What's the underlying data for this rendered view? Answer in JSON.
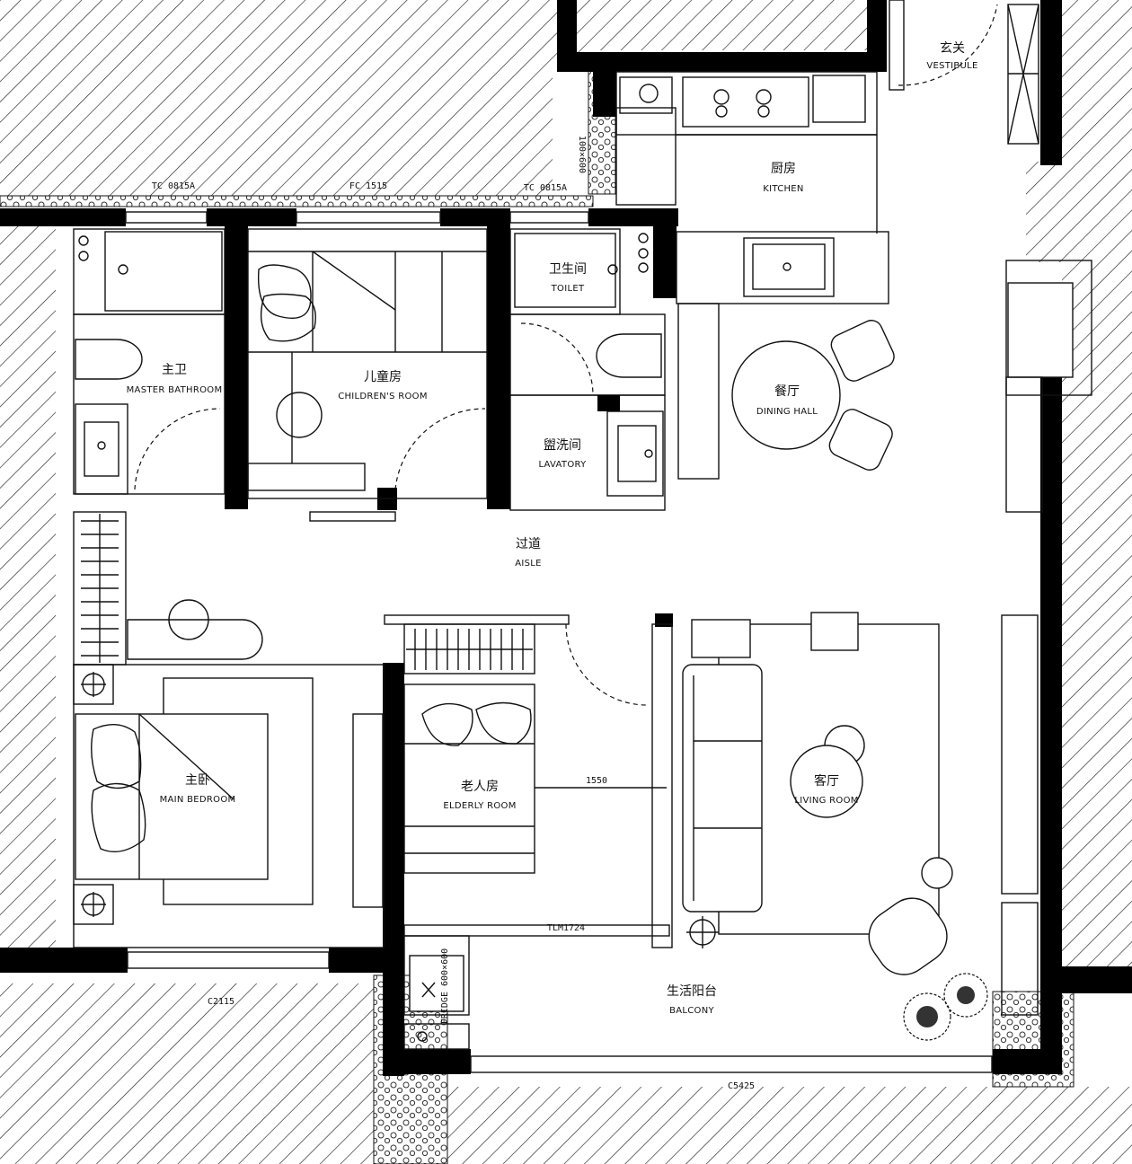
{
  "rooms": {
    "vestibule": {
      "cn": "玄关",
      "en": "VESTIBULE"
    },
    "kitchen": {
      "cn": "厨房",
      "en": "KITCHEN"
    },
    "master_bathroom": {
      "cn": "主卫",
      "en": "MASTER BATHROOM"
    },
    "childrens_room": {
      "cn": "儿童房",
      "en": "CHILDREN'S ROOM"
    },
    "toilet": {
      "cn": "卫生间",
      "en": "TOILET"
    },
    "lavatory": {
      "cn": "盥洗间",
      "en": "LAVATORY"
    },
    "dining_hall": {
      "cn": "餐厅",
      "en": "DINING HALL"
    },
    "aisle": {
      "cn": "过道",
      "en": "AISLE"
    },
    "main_bedroom": {
      "cn": "主卧",
      "en": "MAIN BEDROOM"
    },
    "elderly_room": {
      "cn": "老人房",
      "en": "ELDERLY ROOM"
    },
    "living_room": {
      "cn": "客厅",
      "en": "LIVING ROOM"
    },
    "balcony": {
      "cn": "生活阳台",
      "en": "BALCONY"
    }
  },
  "dimension_labels": {
    "window_1": "TC 0815A",
    "window_2": "FC 1515",
    "window_3": "TC 0815A",
    "window_4": "C2115",
    "window_5": "C5425",
    "door_tlm": "TLM1724",
    "width_1550": "1550",
    "shaft": "100×600",
    "fridge": "FRIDGE 600×600"
  }
}
